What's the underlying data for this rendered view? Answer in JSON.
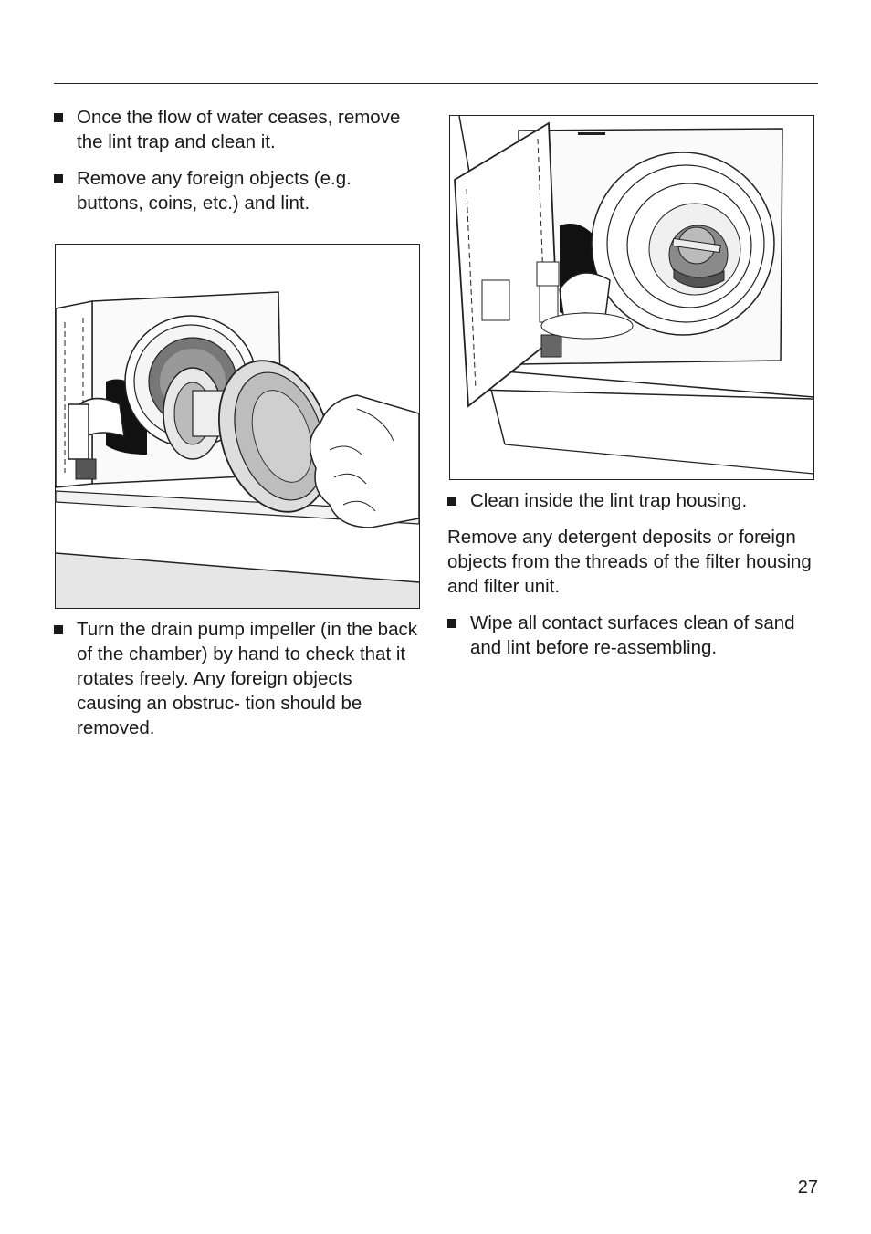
{
  "left_column": {
    "bullets_top": [
      "Once the flow of water ceases, remove the lint trap and clean it.",
      "Remove any foreign objects (e.g. buttons, coins, etc.) and lint."
    ],
    "bullets_bottom": [
      "Turn the drain pump impeller (in the back of the chamber) by hand to check that it rotates freely. Any foreign objects causing an obstruc- tion should be removed."
    ]
  },
  "right_column": {
    "bullet_1": "Clean inside the lint trap housing.",
    "paragraph": "Remove any detergent deposits or foreign objects from the threads of the filter housing and filter unit.",
    "bullet_2": "Wipe all contact surfaces clean of sand and lint before re-assembling."
  },
  "page_number": "27"
}
